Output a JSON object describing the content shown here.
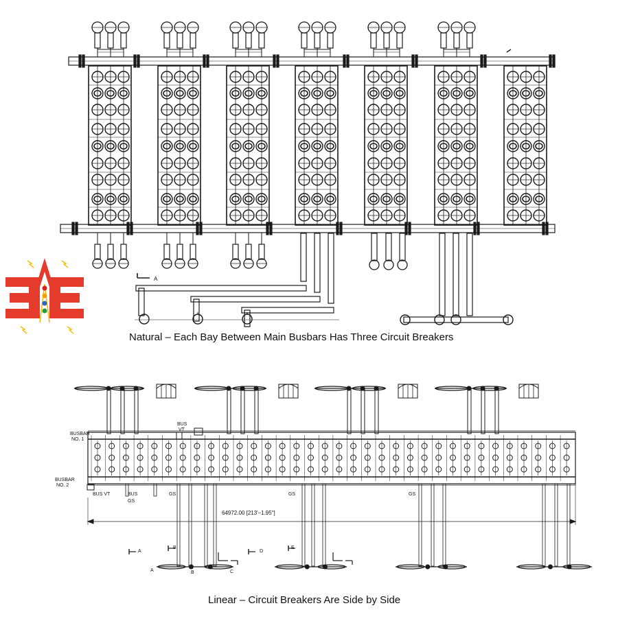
{
  "logo": {
    "letters": "AEE",
    "colors": {
      "primary": "#e53b2c",
      "accent": "#f5b800",
      "dots": [
        "#d6241c",
        "#f5a000",
        "#2a63c9",
        "#1e9b3a"
      ]
    }
  },
  "natural": {
    "caption": "Natural – Each Bay Between Main Busbars Has Three Circuit Breakers",
    "section_mark": "A"
  },
  "linear": {
    "caption": "Linear – Circuit Breakers Are Side by Side",
    "busbar1": [
      "BUSBAR",
      "NO. 1"
    ],
    "busbar2": [
      "BUSBAR",
      "NO. 2"
    ],
    "bus_vt_top": [
      "BUS",
      "VT"
    ],
    "bus_vt_bottom": "BUS VT",
    "bus_gs": [
      "BUS",
      "GS"
    ],
    "gs_labels": [
      "GS",
      "GS",
      "GS"
    ],
    "dimension": "64972.00 [213'–1.95\"]",
    "section_marks": [
      "A",
      "B",
      "D",
      "E"
    ],
    "phase_labels": [
      "A",
      "B",
      "C"
    ]
  },
  "colors": {
    "line": "#1a1a1a",
    "background": "#ffffff"
  }
}
